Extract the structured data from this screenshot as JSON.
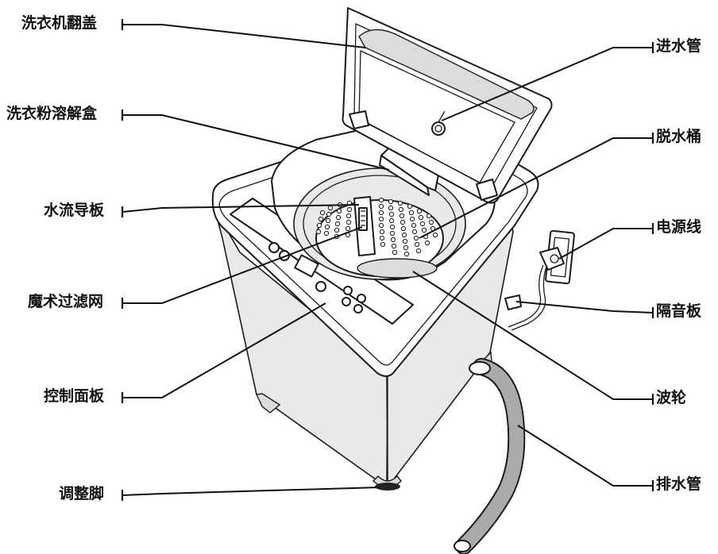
{
  "labels": {
    "lid": "洗衣机翻盖",
    "detergent_box": "洗衣粉溶解盒",
    "water_guide": "水流导板",
    "magic_filter": "魔术过滤网",
    "control_panel": "控制面板",
    "adjustable_foot": "调整脚",
    "water_inlet": "进水管",
    "spin_tub": "脱水桶",
    "power_cord": "电源线",
    "sound_panel": "隔音板",
    "pulsator": "波轮",
    "drain_hose": "排水管"
  }
}
